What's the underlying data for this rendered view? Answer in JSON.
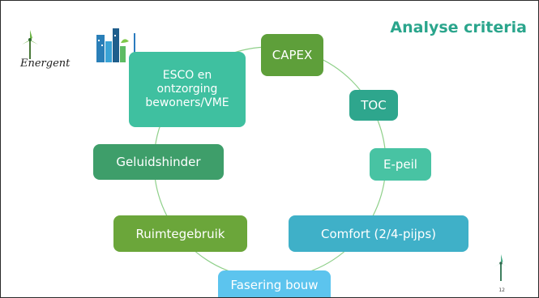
{
  "slide": {
    "title": "Analyse criteria",
    "logo_text": "Energent",
    "page_number": "12"
  },
  "colors": {
    "title": "#2aa58c",
    "ring": "#8fd08a",
    "capex": "#5e9f3a",
    "toc": "#2ea68d",
    "epeil": "#48c3a3",
    "comfort": "#3fb0c8",
    "fasering": "#5cc4ee",
    "ruimte": "#6ba63a",
    "geluid": "#3e9e6a",
    "esco": "#3fc0a0"
  },
  "criteria": {
    "capex": "CAPEX",
    "toc": "TOC",
    "epeil": "E-peil",
    "comfort": "Comfort (2/4-pijps)",
    "fasering": "Fasering bouw",
    "ruimte": "Ruimtegebruik",
    "geluid": "Geluidshinder",
    "esco": "ESCO en ontzorging bewoners/VME"
  }
}
